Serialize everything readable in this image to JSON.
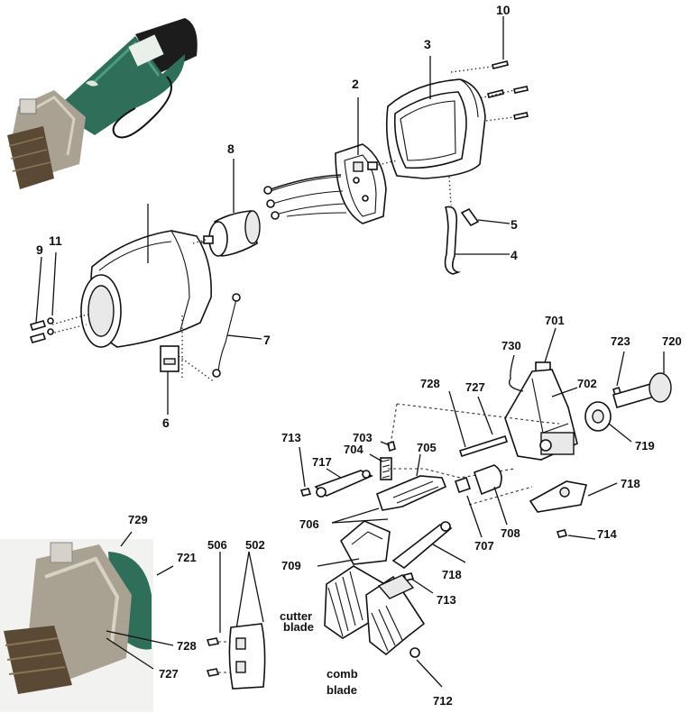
{
  "labels": {
    "p10": "10",
    "p3": "3",
    "p2": "2",
    "p8": "8",
    "p5": "5",
    "p4": "4",
    "p9": "9",
    "p11": "11",
    "p7": "7",
    "p6": "6",
    "p701": "701",
    "p730": "730",
    "p723": "723",
    "p720": "720",
    "p728": "728",
    "p727": "727",
    "p702": "702",
    "p713": "713",
    "p703": "703",
    "p704": "704",
    "p705": "705",
    "p717": "717",
    "p719": "719",
    "p718": "718",
    "p706": "706",
    "p708": "708",
    "p707": "707",
    "p714": "714",
    "p729": "729",
    "p721": "721",
    "p506": "506",
    "p502": "502",
    "p709": "709",
    "p712": "712",
    "cutter_line1": "cutter",
    "cutter_line2": "blade",
    "comb_line1": "comb",
    "comb_line2": "blade",
    "photo_728": "728",
    "photo_727": "727"
  },
  "colors": {
    "body_green": "#2f6f5a",
    "casing_black": "#1c1c1c",
    "metal": "#a9a293",
    "blade_dark": "#5a4a35"
  }
}
